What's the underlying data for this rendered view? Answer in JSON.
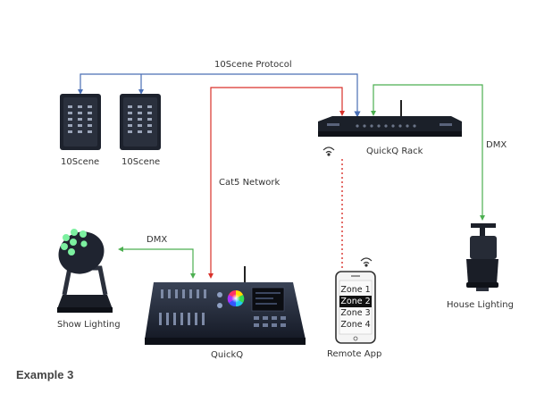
{
  "labels": {
    "protocol": "10Scene Protocol",
    "scene_left": "10Scene",
    "scene_right": "10Scene",
    "rack": "QuickQ Rack",
    "dmx_rack": "DMX",
    "cat5": "Cat5 Network",
    "dmx_show": "DMX",
    "show_lighting": "Show Lighting",
    "console": "QuickQ",
    "remote_app": "Remote App",
    "house_lighting": "House Lighting",
    "example": "Example 3"
  },
  "phone": {
    "zones": [
      "Zone 1",
      "Zone 2",
      "Zone 3",
      "Zone 4"
    ],
    "selected_zone": "Zone 2"
  },
  "colors": {
    "protocol_line": "#4a6fb5",
    "cat5_line": "#d9312a",
    "dmx_line": "#4caf50",
    "remote_dashed": "#d9312a",
    "device_dark": "#1c2230"
  }
}
